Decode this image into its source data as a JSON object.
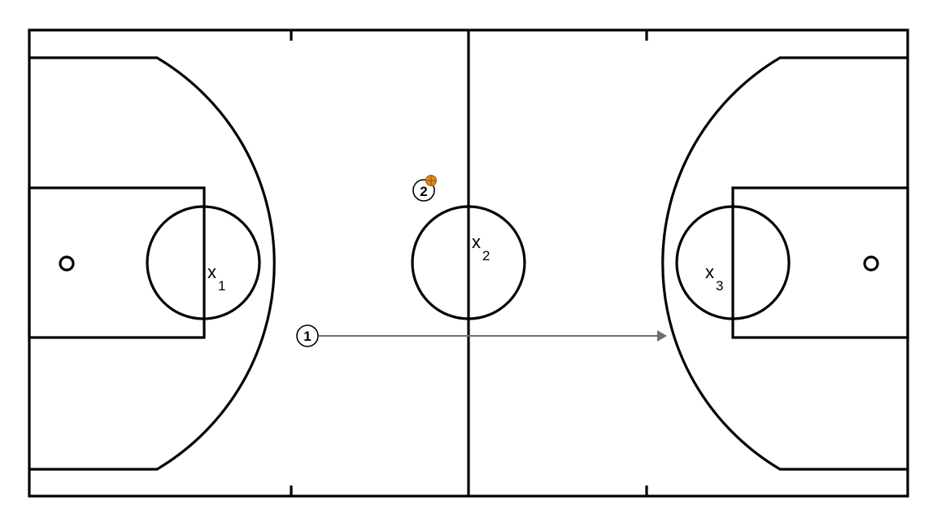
{
  "diagram": {
    "players": [
      {
        "id": "player-1",
        "number": "1"
      },
      {
        "id": "player-2",
        "number": "2",
        "has_ball": true
      }
    ],
    "defenders": [
      {
        "id": "defender-1",
        "letter": "x",
        "sub": "1"
      },
      {
        "id": "defender-2",
        "letter": "x",
        "sub": "2"
      },
      {
        "id": "defender-3",
        "letter": "x",
        "sub": "3"
      }
    ],
    "movements": [
      {
        "from": "player-1",
        "type": "cut",
        "color": "#6e6e6e"
      }
    ],
    "colors": {
      "court_lines": "#000000",
      "background": "#ffffff",
      "ball": "#e08a1e",
      "arrow": "#6e6e6e"
    }
  }
}
